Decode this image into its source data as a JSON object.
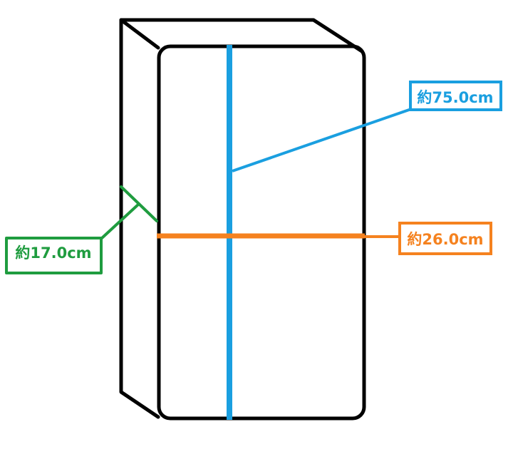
{
  "diagram": {
    "colors": {
      "outline": "#000000",
      "height": "#1a9fe0",
      "width": "#f5821f",
      "depth": "#1f9c3f",
      "background": "#ffffff"
    },
    "dimensions": {
      "height": {
        "label": "約75.0cm"
      },
      "width": {
        "label": "約26.0cm"
      },
      "depth": {
        "label": "約17.0cm"
      }
    }
  }
}
